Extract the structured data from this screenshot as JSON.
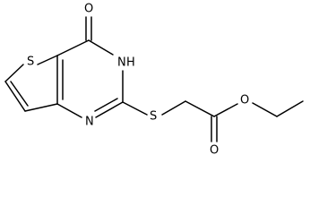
{
  "diagram": {
    "atoms": {
      "oxygen_carbonyl_ring": "O",
      "nitrogen_h": "N",
      "hydrogen_on_n": "H",
      "thiophene_sulfur": "S",
      "nitrogen_ring_lower": "N",
      "thioether_sulfur": "S",
      "ester_oxygen_single": "O",
      "ester_oxygen_double": "O"
    },
    "colors": {
      "bond": "#000000",
      "label": "#000000",
      "background": "#ffffff"
    }
  }
}
